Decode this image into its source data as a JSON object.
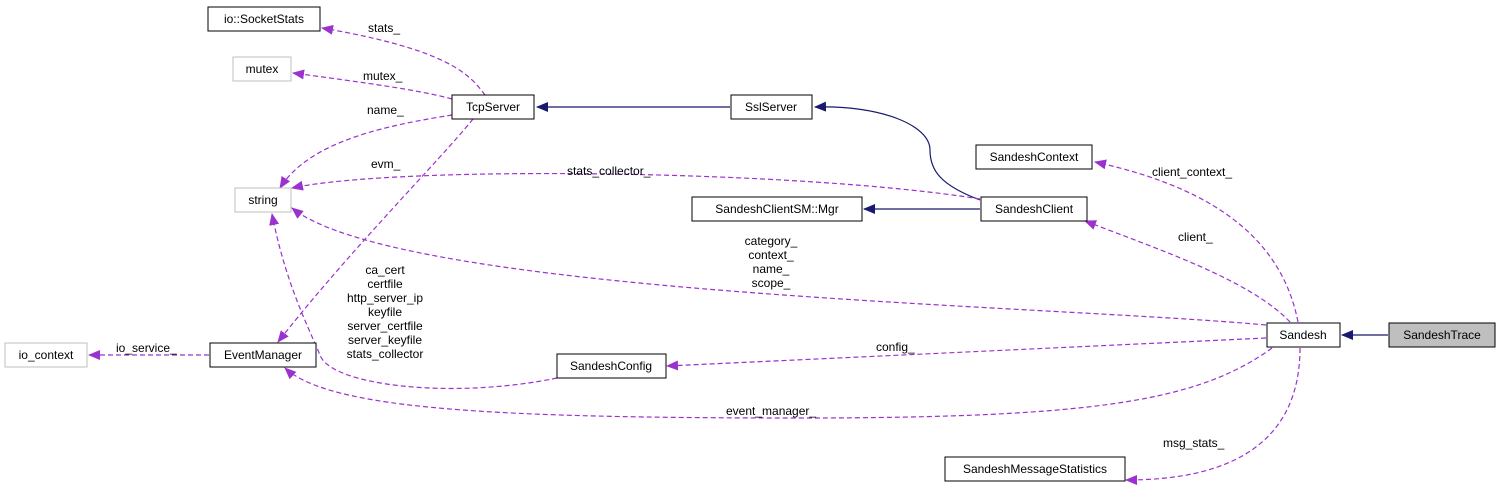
{
  "nodes": {
    "socketstats": "io::SocketStats",
    "mutex": "mutex",
    "tcpserver": "TcpServer",
    "sslserver": "SslServer",
    "sandeshcontext": "SandeshContext",
    "string": "string",
    "sandeshclientsm": "SandeshClientSM::Mgr",
    "sandeshclient": "SandeshClient",
    "iocontext": "io_context",
    "eventmanager": "EventManager",
    "sandeshconfig": "SandeshConfig",
    "sandesh": "Sandesh",
    "sandeshtrace": "SandeshTrace",
    "msgstats": "SandeshMessageStatistics"
  },
  "edges": {
    "stats": "stats_",
    "mutex": "mutex_",
    "name": "name_",
    "evm": "evm_",
    "stats_collector": "stats_collector_",
    "client_context": "client_context_",
    "client": "client_",
    "sandesh_strings": [
      "category_",
      "context_",
      "name_",
      "scope_"
    ],
    "config_strings": [
      "ca_cert",
      "certfile",
      "http_server_ip",
      "keyfile",
      "server_certfile",
      "server_keyfile",
      "stats_collector"
    ],
    "io_service": "io_service_",
    "config": "config_",
    "event_manager": "event_manager_",
    "msg_stats": "msg_stats_"
  },
  "colors": {
    "inheritance_arrow": "#191970",
    "usage_arrow": "#9a32cd",
    "highlight_fill": "#bfbfbf",
    "external_border": "#bfbfbf"
  }
}
